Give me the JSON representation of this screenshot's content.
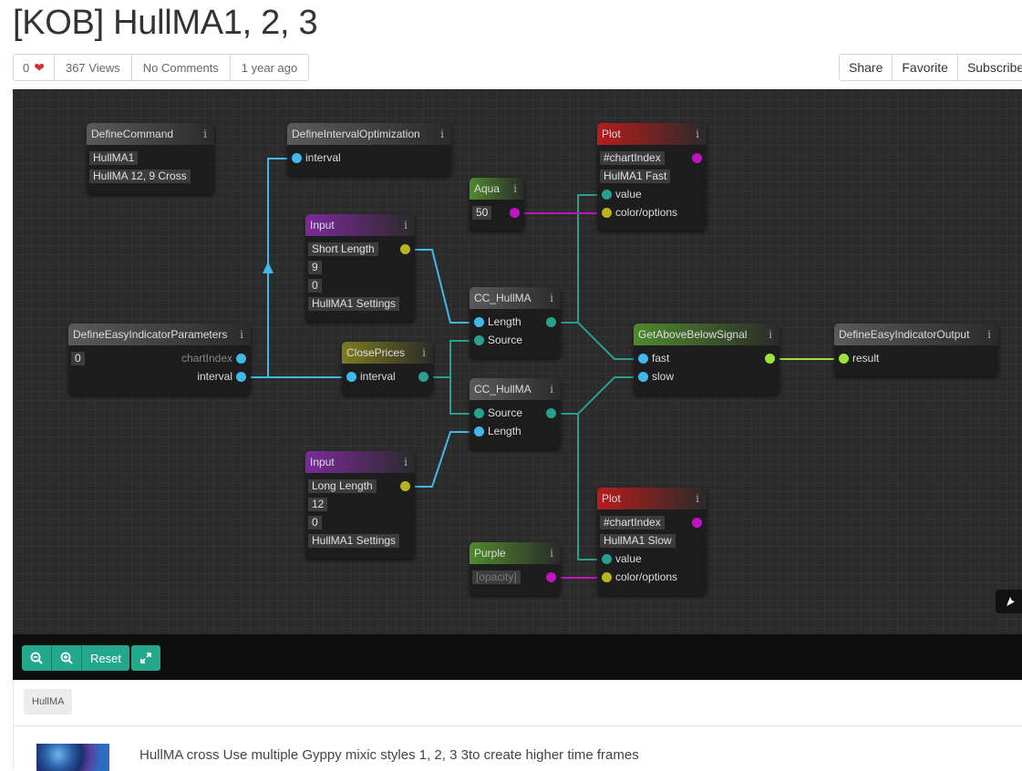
{
  "page": {
    "title": "[KOB] HullMA1, 2, 3",
    "likes": "0",
    "views": "367 Views",
    "comments": "No Comments",
    "age": "1 year ago",
    "actions": [
      "Share",
      "Favorite",
      "Subscribe"
    ]
  },
  "nodes": {
    "define_command": {
      "title": "DefineCommand",
      "values": [
        "HullMA1",
        "HullMA 12, 9 Cross"
      ]
    },
    "define_interval_opt": {
      "title": "DefineIntervalOptimization",
      "ports": [
        "interval"
      ]
    },
    "plot_fast": {
      "title": "Plot",
      "values": [
        "#chartIndex",
        "HulMA1 Fast"
      ],
      "ports": [
        "value",
        "color/options"
      ]
    },
    "aqua": {
      "title": "Aqua",
      "value": "50"
    },
    "input_short": {
      "title": "Input",
      "values": [
        "Short Length",
        "9",
        "0",
        "HullMA1 Settings"
      ]
    },
    "cc_hullma_1": {
      "title": "CC_HullMA",
      "ports": [
        "Length",
        "Source"
      ]
    },
    "define_easy_params": {
      "title": "DefineEasyIndicatorParameters",
      "value": "0",
      "ports": [
        "chartIndex",
        "interval"
      ]
    },
    "close_prices": {
      "title": "ClosePrices",
      "ports": [
        "interval"
      ]
    },
    "get_above_below": {
      "title": "GetAboveBelowSignal",
      "ports": [
        "fast",
        "slow"
      ]
    },
    "define_easy_output": {
      "title": "DefineEasyIndicatorOutput",
      "ports": [
        "result"
      ]
    },
    "cc_hullma_2": {
      "title": "CC_HullMA",
      "ports": [
        "Source",
        "Length"
      ]
    },
    "input_long": {
      "title": "Input",
      "values": [
        "Long Length",
        "12",
        "0",
        "HullMA1 Settings"
      ]
    },
    "plot_slow": {
      "title": "Plot",
      "values": [
        "#chartIndex",
        "HullMA1 Slow"
      ],
      "ports": [
        "value",
        "color/options"
      ]
    },
    "purple": {
      "title": "Purple",
      "value": "[opacity]"
    }
  },
  "info_glyph": "i",
  "toolbar": {
    "zoom_out_icon": "zoom-out-icon",
    "zoom_in_icon": "zoom-in-icon",
    "reset": "Reset",
    "fullscreen_icon": "expand-icon"
  },
  "tags": [
    "HullMA"
  ],
  "description": "HullMA cross Use multiple Gyppy mixic styles 1, 2, 3 3to create higher time frames",
  "colors": {
    "accent": "#23a88c",
    "wire_blue": "#41b8ea",
    "wire_teal": "#27a18e",
    "wire_magenta": "#c113c4",
    "wire_lime": "#9be23a"
  }
}
